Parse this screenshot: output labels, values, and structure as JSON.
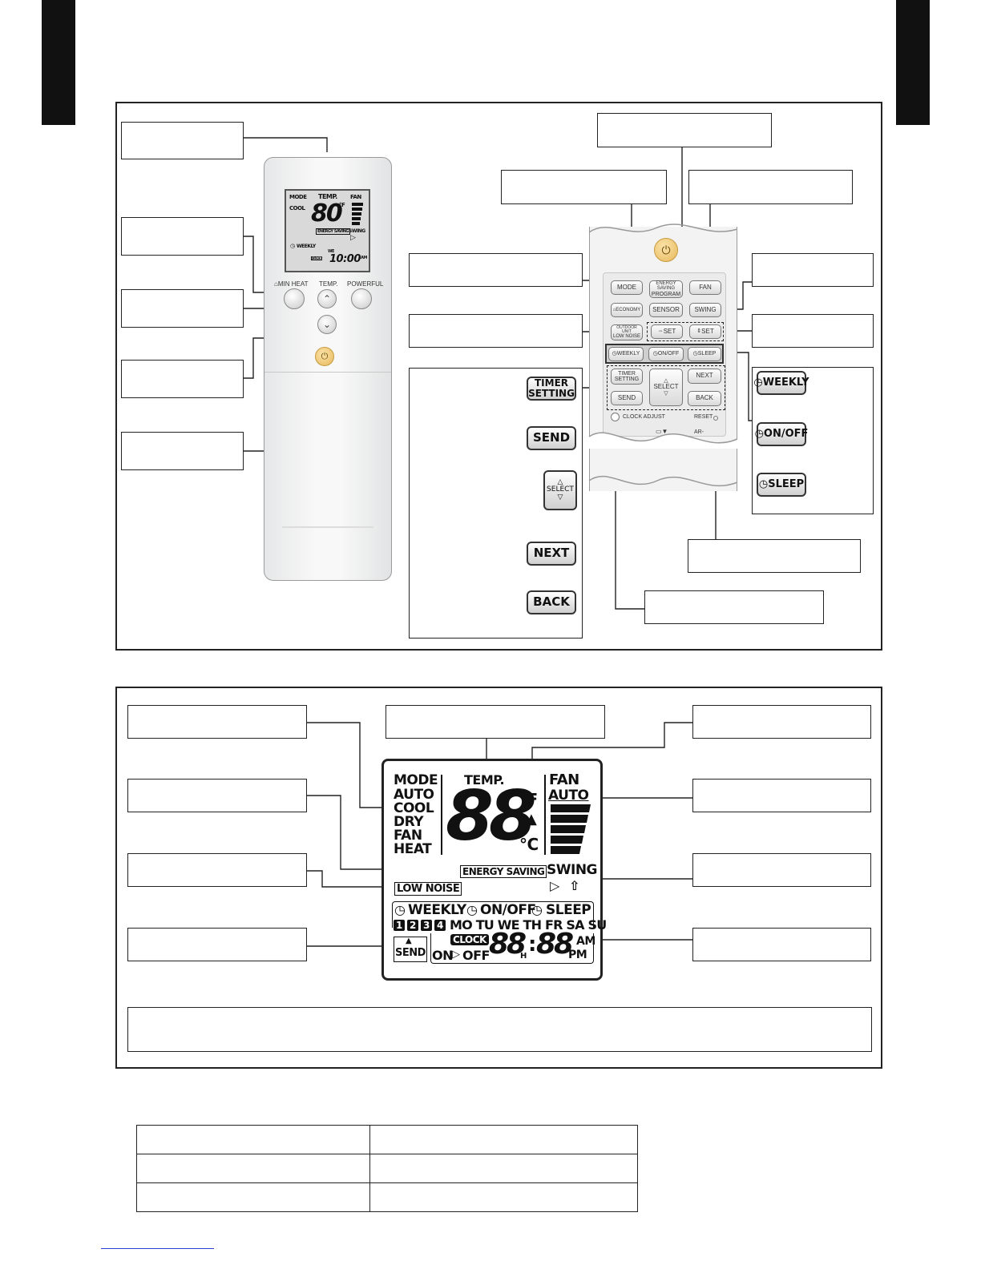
{
  "colors": {
    "tab": "#111111",
    "remote_body": "#f1f2f2",
    "power_button": "#e7b85c",
    "lcd_bg": "#d9d9d9"
  },
  "remote_left": {
    "lcd": {
      "mode": "MODE",
      "temp": "TEMP.",
      "fan": "FAN",
      "cool": "COOL",
      "value": "80",
      "unit": "°F",
      "energy_saving": "ENERGY SAVING",
      "swing": "SWING",
      "weekly": "WEEKLY",
      "day": "WE",
      "clock": "CLOCK",
      "time": "10:00",
      "ampm": "AM"
    },
    "labels": {
      "min_heat": "MIN HEAT",
      "temp": "TEMP.",
      "powerful": "POWERFUL"
    },
    "power_icon": "power-icon"
  },
  "remote_right": {
    "buttons": {
      "mode": "MODE",
      "energy_saving_1": "ENERGY SAVING",
      "energy_saving_2": "PROGRAM",
      "fan": "FAN",
      "economy": "ECONOMY",
      "sensor": "SENSOR",
      "swing": "SWING",
      "low_noise_1": "OUTDOOR UNIT",
      "low_noise_2": "LOW NOISE",
      "set_horizontal": "SET",
      "set_vertical": "SET",
      "weekly": "WEEKLY",
      "on_off": "ON/OFF",
      "sleep": "SLEEP",
      "timer_1": "TIMER",
      "timer_2": "SETTING",
      "select": "SELECT",
      "next": "NEXT",
      "send": "SEND",
      "back": "BACK",
      "clock_adjust": "CLOCK ADJUST",
      "reset": "RESET",
      "model": "AR-"
    }
  },
  "key_images": {
    "timer_1": "TIMER",
    "timer_2": "SETTING",
    "send": "SEND",
    "select": "SELECT",
    "next": "NEXT",
    "back": "BACK",
    "weekly": "WEEKLY",
    "on_off": "ON/OFF",
    "sleep": "SLEEP"
  },
  "display": {
    "mode": "MODE",
    "auto": "AUTO",
    "cool": "COOL",
    "dry": "DRY",
    "fan_mode": "FAN",
    "heat": "HEAT",
    "temp": "TEMP.",
    "digits": "88",
    "deg_f": "°F",
    "deg_c": "°C",
    "fan": "FAN",
    "fan_auto": "AUTO",
    "energy_saving": "ENERGY SAVING",
    "swing": "SWING",
    "low_noise": "LOW NOISE",
    "weekly": "WEEKLY",
    "on_off": "ON/OFF",
    "sleep": "SLEEP",
    "programs": [
      "1",
      "2",
      "3",
      "4"
    ],
    "days": "MO TU WE TH FR SA SU",
    "send": "SEND",
    "clock": "CLOCK",
    "on": "ON",
    "off": "OFF",
    "time_h": "88",
    "h": "H",
    "time_m": "88",
    "am": "AM",
    "pm": "PM"
  }
}
